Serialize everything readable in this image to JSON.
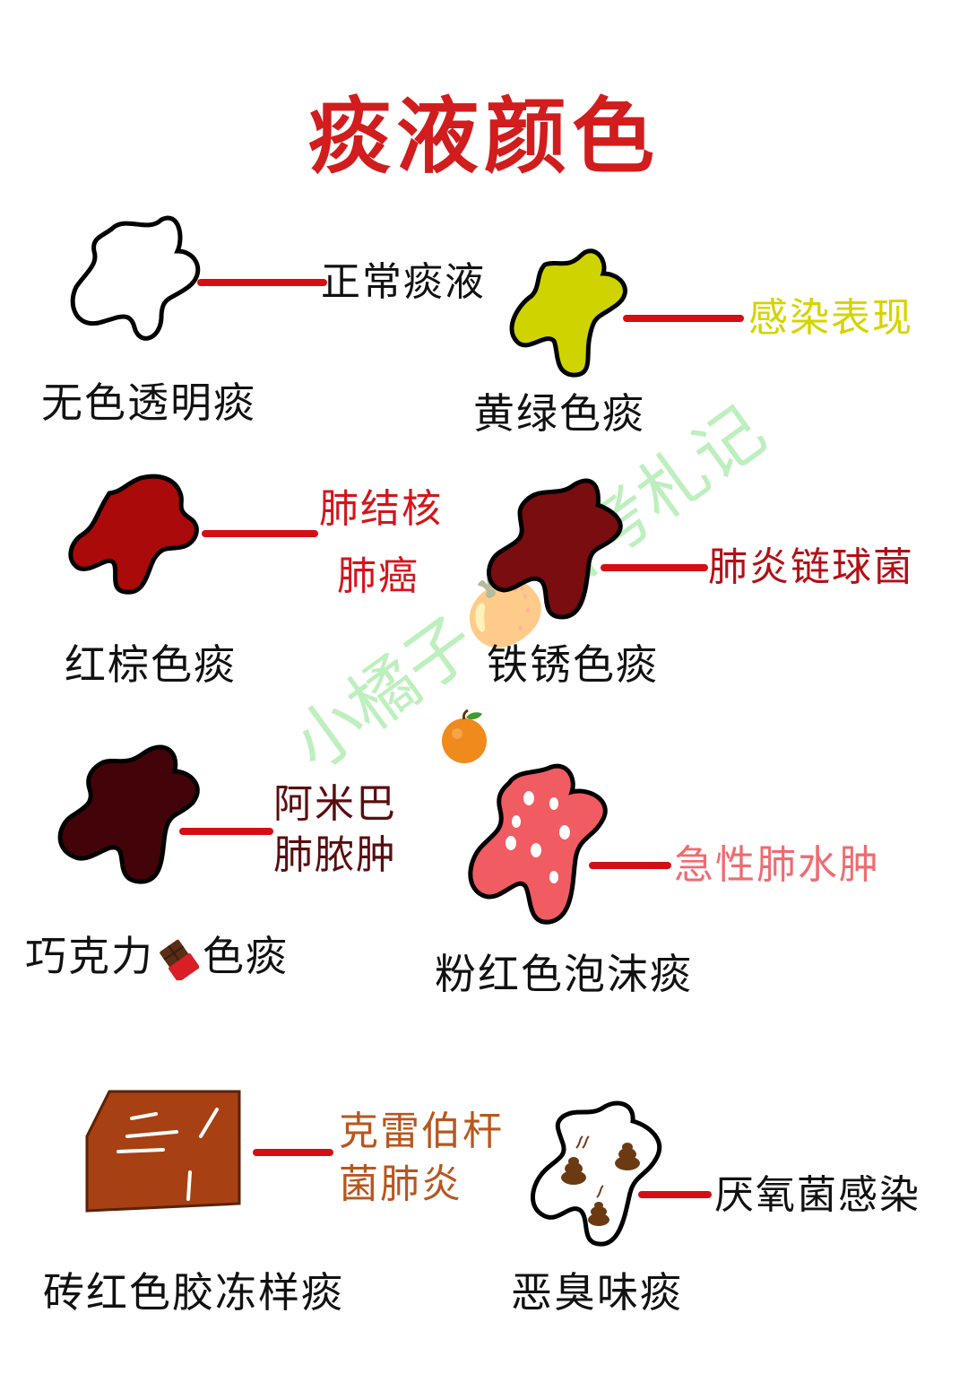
{
  "title": "痰液颜色",
  "watermark": "小橘子🍊备考札记",
  "colors": {
    "title": "#d11d1d",
    "line": "#d40f14",
    "yellow_green": "#cfd400",
    "red_brown": "#aa0a0a",
    "rust": "#7a0d10",
    "chocolate": "#420408",
    "pink": "#f05c62",
    "brick": "#a74013",
    "infection_text": "#d4d400",
    "red_text": "#d4151b",
    "rust_text": "#b30f16",
    "amoeba_text": "#5a0d10",
    "pink_text": "#f06b70",
    "brick_text": "#b8561e",
    "anaerobe_text": "#111111"
  },
  "items": [
    {
      "label": "无色透明痰",
      "meaning": [
        "正常痰液"
      ]
    },
    {
      "label": "黄绿色痰",
      "meaning": [
        "感染表现"
      ]
    },
    {
      "label": "红棕色痰",
      "meaning": [
        "肺结核",
        "肺癌"
      ]
    },
    {
      "label": "铁锈色痰",
      "meaning": [
        "肺炎链球菌"
      ]
    },
    {
      "label_before": "巧克力",
      "label_icon": "chocolate-icon",
      "label_after": "色痰",
      "meaning": [
        "阿米巴",
        "肺脓肿"
      ]
    },
    {
      "label": "粉红色泡沫痰",
      "meaning": [
        "急性肺水肿"
      ]
    },
    {
      "label": "砖红色胶冻样痰",
      "meaning": [
        "克雷伯杆",
        "菌肺炎"
      ]
    },
    {
      "label": "恶臭味痰",
      "meaning": [
        "厌氧菌感染"
      ]
    }
  ]
}
